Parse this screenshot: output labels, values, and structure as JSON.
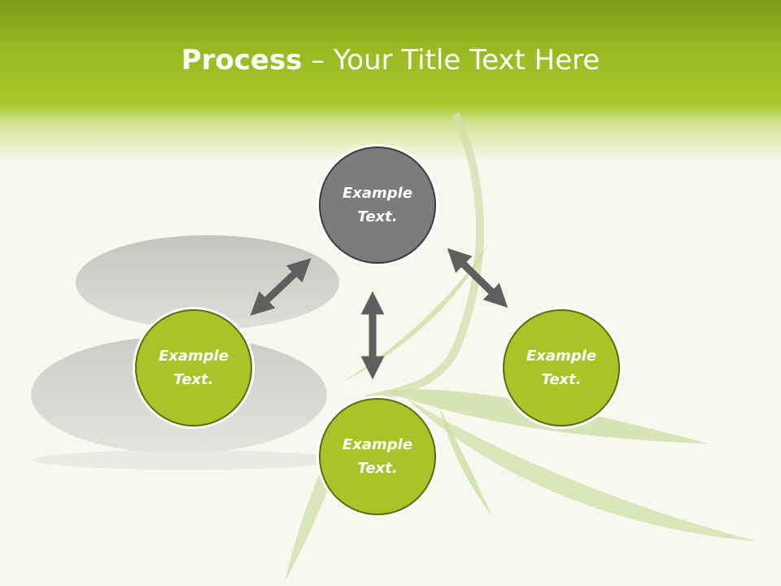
{
  "title": {
    "strong": "Process",
    "rest": " – Your Title Text Here"
  },
  "nodes": {
    "top": "Example\nText.",
    "left": "Example\nText.",
    "right": "Example\nText.",
    "bottom": "Example\nText."
  },
  "colors": {
    "header_green": "#a8c828",
    "node_green": "#a9c427",
    "node_gray": "#7c7c7c",
    "arrow_gray": "#5f5f5f"
  }
}
